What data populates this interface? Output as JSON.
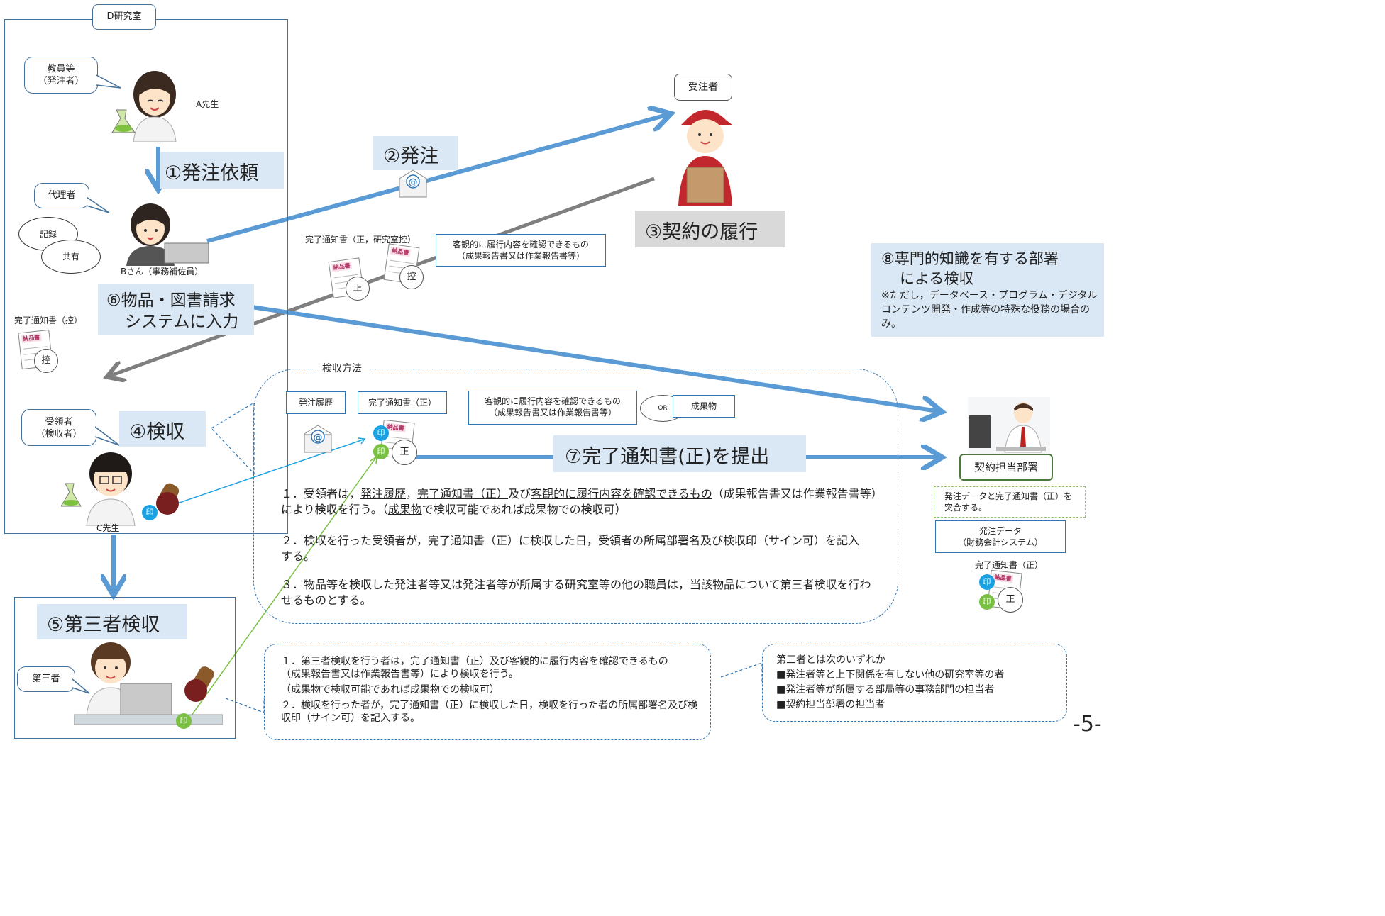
{
  "lab": {
    "title": "D研究室",
    "faculty_callout": "教員等\n（発注者）",
    "faculty_name": "A先生",
    "agent_callout": "代理者",
    "record_bubble": "記録",
    "share_bubble": "共有",
    "assistant_name": "Bさん（事務補佐員）",
    "completion_copy_label": "完了通知書（控）",
    "receiver_callout": "受領者\n（検収者）",
    "receiver_name": "C先生"
  },
  "steps": {
    "s1": "①発注依頼",
    "s2": "②発注",
    "s3": "③契約の履行",
    "s4": "④検収",
    "s5": "⑤第三者検収",
    "s6_line1": "⑥物品・図書請求",
    "s6_line2": "システムに入力",
    "s7": "⑦完了通知書(正)を提出",
    "s8_line1": "⑧専門的知識を有する部署",
    "s8_line2": "による検収",
    "s8_note": "※ただし，データベース・プログラム・デジタルコンテンツ開発・作成等の特殊な役務の場合のみ。"
  },
  "contractor": {
    "label": "受注者"
  },
  "delivery": {
    "docs_label": "完了通知書（正，研究室控）",
    "objective_box": "客観的に履行内容を確認できるもの\n（成果報告書又は作業報告書等）"
  },
  "doc_title": "納品書",
  "stamps": {
    "original": "正",
    "copy": "控",
    "seal": "印",
    "or": "OR"
  },
  "inspection": {
    "legend": "検収方法",
    "box_history": "発注履歴",
    "box_completion": "完了通知書（正）",
    "box_objective": "客観的に履行内容を確認できるもの\n（成果報告書又は作業報告書等）",
    "box_deliverable": "成果物",
    "p1_a": "１．受領者は，",
    "p1_u1": "発注履歴",
    "p1_b": "，",
    "p1_u2": "完了通知書（正）",
    "p1_c": "及び",
    "p1_u3": "客観的に履行内容を確認できるもの",
    "p1_d": "（成果報告書又は作業報告書等）により検収を行う。（",
    "p1_u4": "成果物",
    "p1_e": "で検収可能であれば成果物での検収可）",
    "p2": "２．検収を行った受領者が，完了通知書（正）に検収した日，受領者の所属部署名及び検収印（サイン可）を記入する。",
    "p3": "３．物品等を検収した発注者等又は発注者等が所属する研究室等の他の職員は，当該物品について第三者検収を行わせるものとする。"
  },
  "third_party": {
    "callout": "第三者",
    "text_1": "１．第三者検収を行う者は，完了通知書（正）及び客観的に履行内容を確認できるもの（成果報告書又は作業報告書等）により検収を行う。",
    "text_2": "（成果物で検収可能であれば成果物での検収可）",
    "text_3": "２．検収を行った者が，完了通知書（正）に検収した日，検収を行った者の所属部署名及び検収印（サイン可）を記入する。",
    "def_title": "第三者とは次のいずれか",
    "def_1": "■発注者等と上下関係を有しない他の研究室等の者",
    "def_2": "■発注者等が所属する部局等の事務部門の担当者",
    "def_3": "■契約担当部署の担当者"
  },
  "contract_dept": {
    "label": "契約担当部署",
    "note": "発注データと完了通知書（正）を突合する。",
    "data_box": "発注データ\n（財務会計システム）",
    "completion_label": "完了通知書（正）"
  },
  "page_number": "-5-",
  "colors": {
    "arrow_blue": "#5b9bd5",
    "arrow_gray": "#7f7f7f",
    "label_bg": "#dae8f5",
    "seal_blue": "#1ba1e2",
    "seal_green": "#7ac143"
  }
}
